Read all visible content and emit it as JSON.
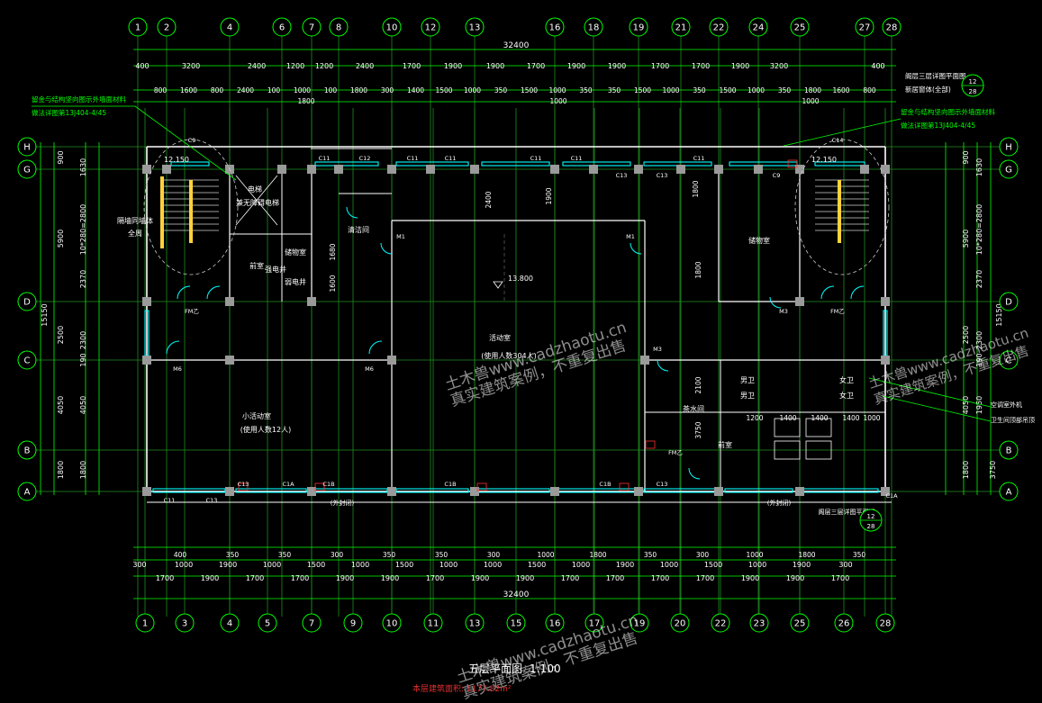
{
  "axes_top": [
    "1",
    "2",
    "4",
    "6",
    "7",
    "8",
    "10",
    "12",
    "13",
    "16",
    "18",
    "19",
    "21",
    "22",
    "24",
    "25",
    "27",
    "28"
  ],
  "axes_bottom": [
    "1",
    "3",
    "4",
    "5",
    "7",
    "9",
    "10",
    "11",
    "13",
    "15",
    "16",
    "17",
    "19",
    "20",
    "22",
    "23",
    "25",
    "26",
    "28"
  ],
  "axes_rows": [
    "H",
    "G",
    "D",
    "C",
    "B",
    "A"
  ],
  "total_dim": "32400",
  "dims_top_row1": [
    "400",
    "3200",
    "2400",
    "1200",
    "1200",
    "2400",
    "1700",
    "1900",
    "1900",
    "1700",
    "1900",
    "1900",
    "1700",
    "1700",
    "1900",
    "3200",
    "400"
  ],
  "dims_top_row2": [
    "800",
    "1600",
    "800",
    "2400",
    "100",
    "1000",
    "100",
    "1800",
    "300",
    "1400",
    "1500",
    "1000",
    "350",
    "1500",
    "1000",
    "350",
    "350",
    "1500",
    "1000",
    "350",
    "1500",
    "1000",
    "350",
    "1800",
    "1600",
    "800"
  ],
  "dims_top_row2b": [
    "1800",
    "1000",
    "1000",
    "300"
  ],
  "dims_bottom_row1": [
    "300",
    "1000",
    "1900",
    "1000",
    "1500",
    "1000",
    "1500",
    "1000",
    "1000",
    "1500",
    "1000",
    "1900",
    "1000",
    "1500",
    "1000",
    "1900",
    "300"
  ],
  "dims_bottom_row2": [
    "1700",
    "1900",
    "1700",
    "1700",
    "1900",
    "1900",
    "1700",
    "1900",
    "1900",
    "1700",
    "1700",
    "1700",
    "1700",
    "1900",
    "1900",
    "1700"
  ],
  "dims_bottom_small": [
    "400",
    "350",
    "350",
    "300",
    "350",
    "350",
    "300",
    "1000",
    "1800",
    "350",
    "300",
    "1000",
    "1800",
    "350"
  ],
  "dims_left": [
    "900",
    "1630",
    "5900",
    "10*280=2800",
    "2370",
    "15150",
    "2500",
    "2300",
    "190",
    "4050",
    "4050",
    "1800",
    "1800"
  ],
  "dims_right": [
    "900",
    "1630",
    "5900",
    "10*280=2800",
    "2370",
    "15150",
    "2500",
    "2300",
    "190",
    "4050",
    "1950",
    "3750",
    "1800"
  ],
  "rooms": {
    "activity_room": "活动室",
    "activity_cap": "(使用人数304人)",
    "small_activity": "小活动室",
    "small_cap": "(使用人数12人)",
    "front_room": "前室",
    "storage": "储物室",
    "tea_room": "茶水间",
    "janitor": "清洁间",
    "strong_elec": "强电井",
    "weak_elec": "弱电井",
    "elevator": "电梯",
    "elevator2": "兼无障碍电梯",
    "stair_note": "隔墙同墙体",
    "stair_note2": "全周",
    "mens": "男卫",
    "womens": "女卫",
    "mens2": "男卫",
    "womens2": "女卫",
    "dry_area": "前室",
    "elev_level": "13.800",
    "stair_level_l": "12.150",
    "stair_level_r": "12.150"
  },
  "door_labels": [
    "FM乙",
    "FM乙",
    "M6",
    "M6",
    "M3",
    "M3",
    "M1",
    "M1",
    "FM乙"
  ],
  "window_labels": [
    "C9",
    "C11",
    "C12",
    "C11",
    "C11",
    "C11",
    "C11",
    "C13",
    "C11",
    "C13",
    "C14",
    "C9",
    "C13",
    "C1A",
    "C1B",
    "C1B",
    "C1B",
    "C13",
    "C11",
    "C13",
    "C1A"
  ],
  "notes_left": [
    "留金与结构坚向图示外墙面材料",
    "做法详图第13J404-4/45"
  ],
  "notes_right_top": [
    "阁层三层详图平面图",
    "新居窗体(全部)"
  ],
  "notes_right_mid": [
    "留金与结构坚向图示外墙面材料",
    "做法详图第13J404-4/45"
  ],
  "notes_right_side": [
    "空调室外机",
    "卫生间顶部吊顶"
  ],
  "callout_text": [
    "阁层三层详图平面图",
    "(外封闭)",
    "(外封闭)"
  ],
  "callout_ref_top": "12",
  "callout_ref_bottom": "28",
  "stair_dims": [
    "1800",
    "2400",
    "1900",
    "1800",
    "1680",
    "1600",
    "2100",
    "3750",
    "1200",
    "1400",
    "1400",
    "1400",
    "1000"
  ],
  "watermark1": "土木兽www.cadzhaotu.cn",
  "watermark2": "真实建筑案例，不重复出售",
  "plan_title": "五层平面图",
  "plan_scale": "1:100",
  "footer_note": "本层建筑面积: 1177.82m²",
  "colors": {
    "axis": "#00ff00",
    "wall": "#ffffff",
    "window": "#00ffff",
    "column": "#9a9a9a",
    "text": "#ffffff",
    "note": "#00ff00",
    "door": "#00ffff",
    "red": "#ff3030"
  }
}
